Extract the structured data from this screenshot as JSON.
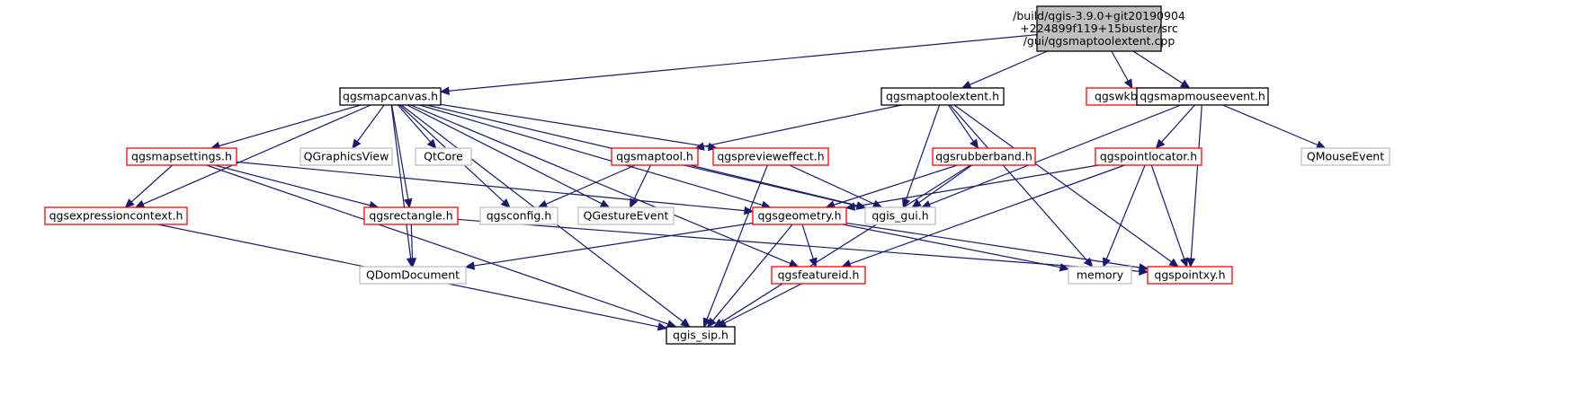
{
  "colors": {
    "edge": "#191970",
    "root_fill": "#bfbfbf",
    "normal_border": "#000000",
    "red_border": "#ff0000",
    "gray_border": "#bfbfbf"
  },
  "nodes": [
    {
      "id": "root",
      "style": "root",
      "lines": [
        "/build/qgis-3.9.0+git20190904",
        "+224899f119+15buster/src",
        "/gui/qgsmaptoolextent.cpp"
      ]
    },
    {
      "id": "qgsmapcanvas",
      "style": "normal",
      "lines": [
        "qgsmapcanvas.h"
      ]
    },
    {
      "id": "qgsmaptoolextent",
      "style": "normal",
      "lines": [
        "qgsmaptoolextent.h"
      ]
    },
    {
      "id": "qgswkbtypes",
      "style": "red",
      "lines": [
        "qgswkbtypes.h"
      ]
    },
    {
      "id": "qgsmapmouseevent",
      "style": "normal",
      "lines": [
        "qgsmapmouseevent.h"
      ]
    },
    {
      "id": "qgsmapsettings",
      "style": "red",
      "lines": [
        "qgsmapsettings.h"
      ]
    },
    {
      "id": "QGraphicsView",
      "style": "gray",
      "lines": [
        "QGraphicsView"
      ]
    },
    {
      "id": "QtCore",
      "style": "gray",
      "lines": [
        "QtCore"
      ]
    },
    {
      "id": "qgsmaptool",
      "style": "red",
      "lines": [
        "qgsmaptool.h"
      ]
    },
    {
      "id": "qgspreviewеffect",
      "style": "red",
      "lines": [
        "qgspreviewеffect.h"
      ]
    },
    {
      "id": "qgsrubberband",
      "style": "red",
      "lines": [
        "qgsrubberband.h"
      ]
    },
    {
      "id": "qgspointlocator",
      "style": "red",
      "lines": [
        "qgspointlocator.h"
      ]
    },
    {
      "id": "QMouseEvent",
      "style": "gray",
      "lines": [
        "QMouseEvent"
      ]
    },
    {
      "id": "qgsexpressioncontext",
      "style": "red",
      "lines": [
        "qgsexpressioncontext.h"
      ]
    },
    {
      "id": "qgsrectangle",
      "style": "red",
      "lines": [
        "qgsrectangle.h"
      ]
    },
    {
      "id": "qgsconfig",
      "style": "gray",
      "lines": [
        "qgsconfig.h"
      ]
    },
    {
      "id": "QGestureEvent",
      "style": "gray",
      "lines": [
        "QGestureEvent"
      ]
    },
    {
      "id": "qgsgeometry",
      "style": "red",
      "lines": [
        "qgsgeometry.h"
      ]
    },
    {
      "id": "qgis_gui",
      "style": "gray",
      "lines": [
        "qgis_gui.h"
      ]
    },
    {
      "id": "QDomDocument",
      "style": "gray",
      "lines": [
        "QDomDocument"
      ]
    },
    {
      "id": "qgsfeatureid",
      "style": "red",
      "lines": [
        "qgsfeatureid.h"
      ]
    },
    {
      "id": "memory",
      "style": "gray",
      "lines": [
        "memory"
      ]
    },
    {
      "id": "qgspointxy",
      "style": "red",
      "lines": [
        "qgspointxy.h"
      ]
    },
    {
      "id": "qgis_sip",
      "style": "normal",
      "lines": [
        "qgis_sip.h"
      ]
    }
  ],
  "edges": [
    [
      "root",
      "qgsmapcanvas"
    ],
    [
      "root",
      "qgsmaptoolextent"
    ],
    [
      "root",
      "qgswkbtypes"
    ],
    [
      "root",
      "qgsmapmouseevent"
    ],
    [
      "qgsmapcanvas",
      "qgsmapsettings"
    ],
    [
      "qgsmapcanvas",
      "QGraphicsView"
    ],
    [
      "qgsmapcanvas",
      "QtCore"
    ],
    [
      "qgsmapcanvas",
      "qgspreviewеffect"
    ],
    [
      "qgsmapcanvas",
      "qgsexpressioncontext"
    ],
    [
      "qgsmapcanvas",
      "qgsrectangle"
    ],
    [
      "qgsmapcanvas",
      "qgsconfig"
    ],
    [
      "qgsmapcanvas",
      "QGestureEvent"
    ],
    [
      "qgsmapcanvas",
      "qgsgeometry"
    ],
    [
      "qgsmapcanvas",
      "qgis_gui"
    ],
    [
      "qgsmapcanvas",
      "QDomDocument"
    ],
    [
      "qgsmapcanvas",
      "qgsfeatureid"
    ],
    [
      "qgsmapcanvas",
      "qgis_sip"
    ],
    [
      "qgsmapsettings",
      "qgsexpressioncontext"
    ],
    [
      "qgsmapsettings",
      "qgsrectangle"
    ],
    [
      "qgsmapsettings",
      "qgsgeometry"
    ],
    [
      "qgsmapsettings",
      "qgis_sip"
    ],
    [
      "qgsmaptoolextent",
      "qgsmaptool"
    ],
    [
      "qgsmaptoolextent",
      "qgsrubberband"
    ],
    [
      "qgsmaptoolextent",
      "qgis_gui"
    ],
    [
      "qgsmaptoolextent",
      "memory"
    ],
    [
      "qgsmaptoolextent",
      "qgspointxy"
    ],
    [
      "qgsmaptool",
      "qgsconfig"
    ],
    [
      "qgsmaptool",
      "QGestureEvent"
    ],
    [
      "qgsmaptool",
      "qgis_gui"
    ],
    [
      "qgspreviewеffect",
      "qgis_gui"
    ],
    [
      "qgspreviewеffect",
      "qgis_sip"
    ],
    [
      "qgsrubberband",
      "qgsgeometry"
    ],
    [
      "qgsrubberband",
      "qgis_gui"
    ],
    [
      "qgsrubberband",
      "qgis_sip"
    ],
    [
      "qgsmapmouseevent",
      "qgspointlocator"
    ],
    [
      "qgsmapmouseevent",
      "QMouseEvent"
    ],
    [
      "qgsmapmouseevent",
      "qgis_gui"
    ],
    [
      "qgsmapmouseevent",
      "qgspointxy"
    ],
    [
      "qgspointlocator",
      "qgsgeometry"
    ],
    [
      "qgspointlocator",
      "qgsfeatureid"
    ],
    [
      "qgspointlocator",
      "memory"
    ],
    [
      "qgspointlocator",
      "qgspointxy"
    ],
    [
      "qgsexpressioncontext",
      "qgis_sip"
    ],
    [
      "qgsrectangle",
      "QDomDocument"
    ],
    [
      "qgsrectangle",
      "qgspointxy"
    ],
    [
      "qgsgeometry",
      "QDomDocument"
    ],
    [
      "qgsgeometry",
      "qgsfeatureid"
    ],
    [
      "qgsgeometry",
      "memory"
    ],
    [
      "qgsgeometry",
      "qgspointxy"
    ],
    [
      "qgsgeometry",
      "qgis_sip"
    ],
    [
      "qgsfeatureid",
      "qgis_sip"
    ]
  ]
}
